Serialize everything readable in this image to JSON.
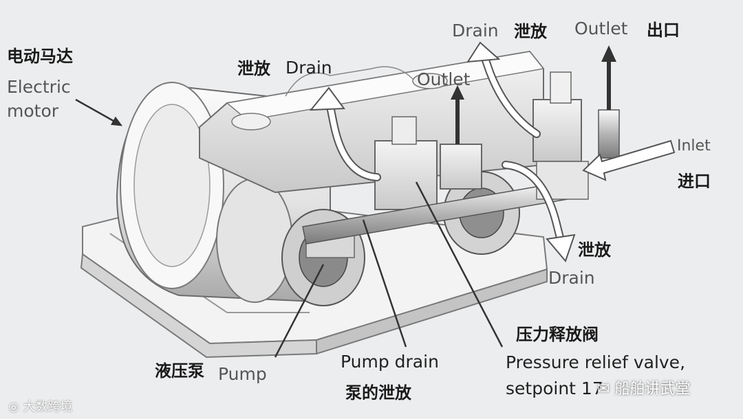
{
  "labels": {
    "motor_cn": "电动马达",
    "motor_en_1": "Electric",
    "motor_en_2": "motor",
    "drain_left_cn": "泄放",
    "drain_left_en": "Drain",
    "drain_top_en": "Drain",
    "drain_top_cn": "泄放",
    "outlet_top_en": "Outlet",
    "outlet_top_cn": "出口",
    "outlet_mid_en": "Outlet",
    "inlet_en": "Inlet",
    "inlet_cn": "进口",
    "drain_right_cn": "泄放",
    "drain_right_en": "Drain",
    "prv_cn": "压力释放阀",
    "prv_en_1": "Pressure relief valve,",
    "prv_en_2": "setpoint 17",
    "pump_cn": "液压泵",
    "pump_en": "Pump",
    "pump_drain_en": "Pump drain",
    "pump_drain_cn": "泵的泄放"
  },
  "watermarks": {
    "left": "大数跨境",
    "right": "船舶讲武堂"
  },
  "colors": {
    "background": "#ecedee",
    "machine_light": "#f6f6f6",
    "machine_shadow": "#a9a9a9",
    "outline": "#6b6b6b",
    "arrow": "#ffffff"
  }
}
